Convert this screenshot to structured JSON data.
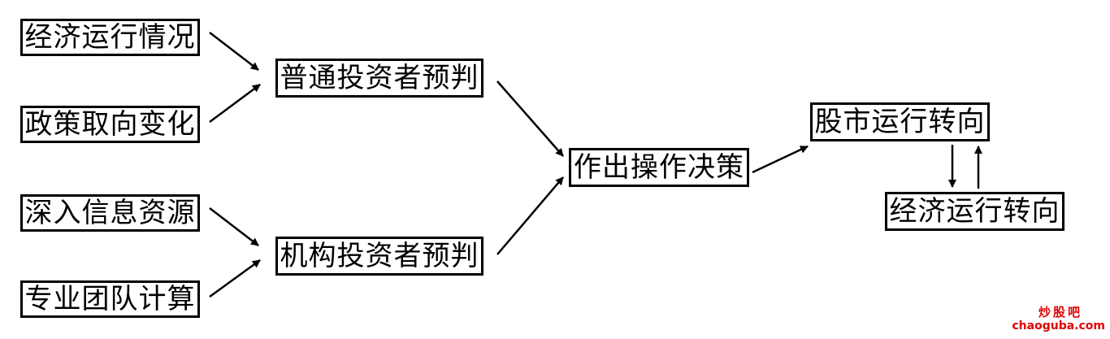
{
  "diagram": {
    "nodes": {
      "economy_status": "经济运行情况",
      "policy_change": "政策取向变化",
      "deep_info": "深入信息资源",
      "team_calc": "专业团队计算",
      "retail_forecast": "普通投资者预判",
      "inst_forecast": "机构投资者预判",
      "decision": "作出操作决策",
      "market_turn": "股市运行转向",
      "economy_turn": "经济运行转向"
    },
    "edges": [
      [
        "economy_status",
        "retail_forecast"
      ],
      [
        "policy_change",
        "retail_forecast"
      ],
      [
        "deep_info",
        "inst_forecast"
      ],
      [
        "team_calc",
        "inst_forecast"
      ],
      [
        "retail_forecast",
        "decision"
      ],
      [
        "inst_forecast",
        "decision"
      ],
      [
        "decision",
        "market_turn"
      ],
      [
        "market_turn",
        "economy_turn"
      ],
      [
        "economy_turn",
        "market_turn"
      ]
    ]
  },
  "watermark": {
    "brand": "炒股吧",
    "url": "chaoguba.com"
  }
}
